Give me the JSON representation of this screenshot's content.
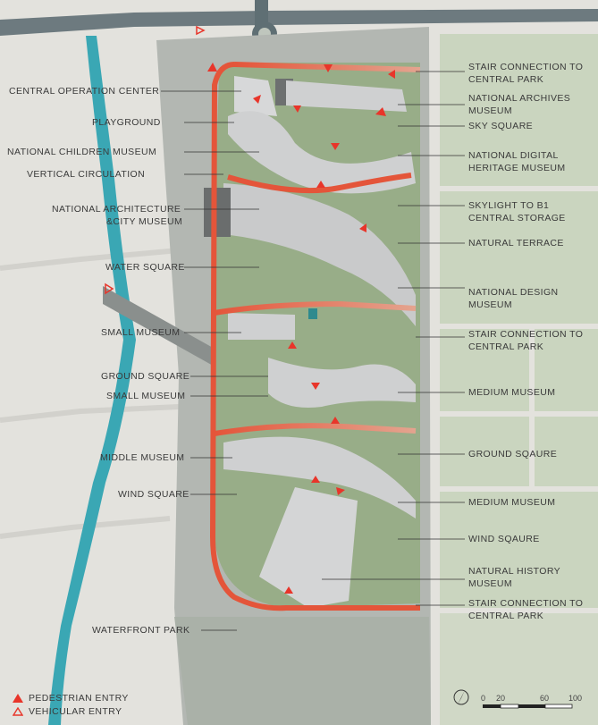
{
  "labels_left": [
    "CENTRAL OPERATION CENTER",
    "PLAYGROUND",
    "NATIONAL CHILDREN MUSEUM",
    "VERTICAL CIRCULATION",
    "NATIONAL ARCHITECTURE",
    "&CITY MUSEUM",
    "WATER SQUARE",
    "SMALL MUSEUM",
    "GROUND SQUARE",
    "SMALL MUSEUM",
    "MIDDLE MUSEUM",
    "WIND SQUARE",
    "WATERFRONT PARK"
  ],
  "labels_right": [
    "STAIR CONNECTION TO",
    "CENTRAL PARK",
    "NATIONAL  ARCHIVES",
    "MUSEUM",
    "SKY SQUARE",
    "NATIONAL  DIGITAL",
    "HERITAGE MUSEUM",
    "SKYLIGHT TO B1",
    "CENTRAL STORAGE",
    "NATURAL TERRACE",
    "NATIONAL  DESIGN",
    "MUSEUM",
    "STAIR CONNECTION TO",
    "CENTRAL PARK",
    "MEDIUM MUSEUM",
    "GROUND  SQAURE",
    "MEDIUM MUSEUM",
    "WIND SQAURE",
    "NATURAL HISTORY",
    "MUSEUM",
    "STAIR CONNECTION TO",
    "CENTRAL PARK"
  ],
  "legend": {
    "pedestrian": "PEDESTRIAN ENTRY",
    "vehicular": "VEHICULAR ENTRY"
  },
  "scale": {
    "ticks": [
      "0",
      "20",
      "60",
      "100"
    ]
  },
  "colors": {
    "background": "#e3e2dd",
    "park_green": "#c9d4bd",
    "site_green": "#9aae8c",
    "river": "#39a8b5",
    "loop_red": "#e4553a",
    "building": "#cfd0d1",
    "dark_roof": "#6d7070"
  },
  "icons": [
    "north-arrow-icon",
    "pedestrian-entry-icon",
    "vehicular-entry-icon"
  ]
}
